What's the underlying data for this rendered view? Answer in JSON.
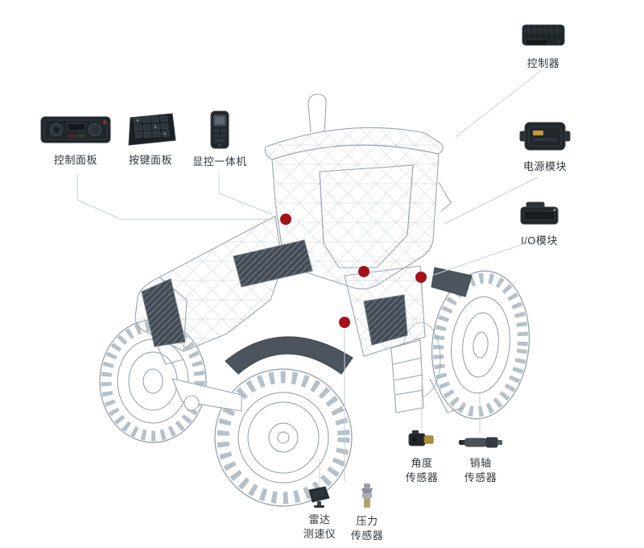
{
  "diagram": {
    "dot_color": "#a3111a",
    "line_color": "#c9cfd6",
    "components": {
      "control_panel": {
        "label": "控制面板",
        "icon": "control-panel-icon"
      },
      "keypad_panel": {
        "label": "按键面板",
        "icon": "keypad-icon"
      },
      "display_unit": {
        "label": "显控一体机",
        "icon": "display-unit-icon"
      },
      "controller": {
        "label": "控制器",
        "icon": "controller-icon"
      },
      "power_module": {
        "label": "电源模块",
        "icon": "power-module-icon"
      },
      "io_module": {
        "label": "I/O模块",
        "icon": "io-module-icon"
      },
      "angle_sensor": {
        "label": "角度\n传感器",
        "icon": "angle-sensor-icon"
      },
      "pin_sensor": {
        "label": "销轴\n传感器",
        "icon": "pin-shaft-sensor-icon"
      },
      "radar_speedometer": {
        "label": "雷达\n测速仪",
        "icon": "radar-speedometer-icon"
      },
      "pressure_sensor": {
        "label": "压力\n传感器",
        "icon": "pressure-sensor-icon"
      }
    }
  }
}
